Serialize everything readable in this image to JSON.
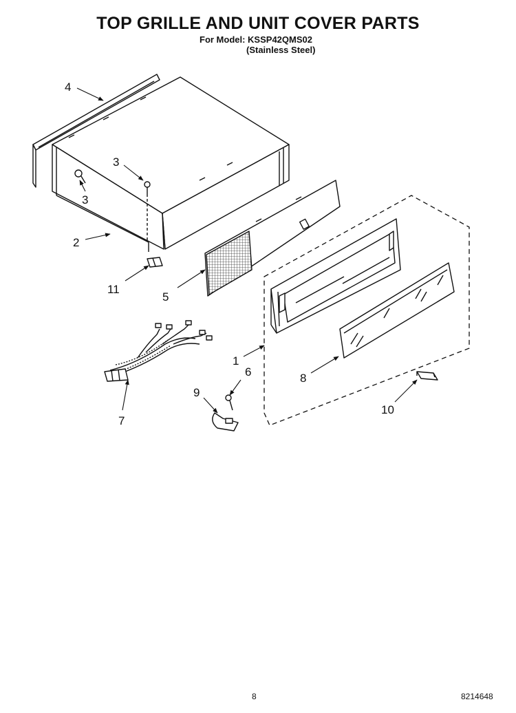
{
  "header": {
    "title": "TOP GRILLE AND UNIT COVER PARTS",
    "model_line": "For Model: KSSP42QMS02",
    "finish_line": "(Stainless Steel)"
  },
  "callouts": {
    "c1": "1",
    "c2": "2",
    "c3a": "3",
    "c3b": "3",
    "c4": "4",
    "c5": "5",
    "c6": "6",
    "c7": "7",
    "c8": "8",
    "c9": "9",
    "c10": "10",
    "c11": "11"
  },
  "footer": {
    "page_number": "8",
    "document_code": "8214648"
  }
}
